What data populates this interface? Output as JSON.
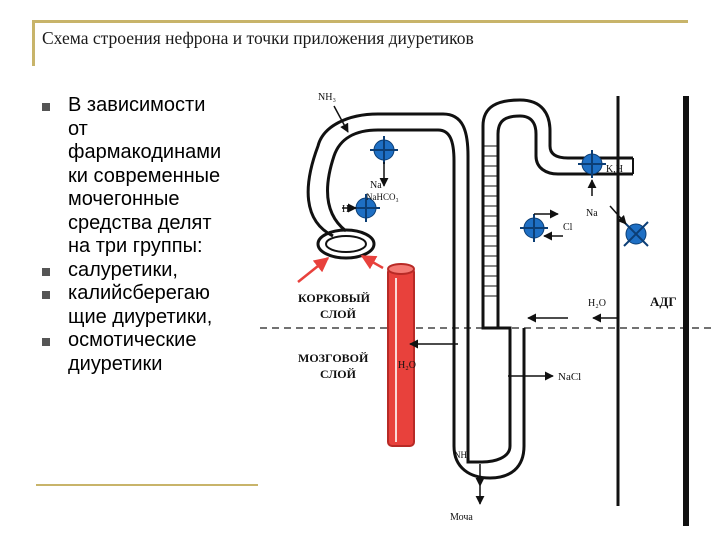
{
  "title": "Схема строения нефрона и точки приложения диуретиков",
  "bullets": [
    "В зависимости от фармакодинамики современные мочегонные средства делят на три группы:",
    "салуретики,",
    "калийсберегающие диуретики,",
    "осмотические диуретики"
  ],
  "bullet_lines": [
    [
      "В зависимости",
      "от",
      "фармакодинами",
      "ки современные",
      "мочегонные",
      "средства делят",
      "на три группы:"
    ],
    [
      "салуретики,"
    ],
    [
      "калийсберегаю",
      "щие диуретики,"
    ],
    [
      "осмотические",
      "диуретики"
    ]
  ],
  "diagram": {
    "labels": {
      "nh3_top": "NH₃",
      "na": "Na",
      "nahco3": "NaHCO₃",
      "h": "H",
      "k_h": "K,H",
      "na_right": "Na",
      "cl": "Cl",
      "h2o_right": "H₂O",
      "adh": "АДГ",
      "cortex_1": "КОРКОВЫЙ",
      "cortex_2": "СЛОЙ",
      "medulla_1": "МОЗГОВОЙ",
      "medulla_2": "СЛОЙ",
      "h2o_loop": "H₂O",
      "nacl": "NaCl",
      "nh3_bottom": "NH₃",
      "urine": "Моча"
    },
    "colors": {
      "tubule": "#111111",
      "loop_red": "#e8413c",
      "pump_blue": "#1e6fc4",
      "divider": "#444444"
    }
  }
}
